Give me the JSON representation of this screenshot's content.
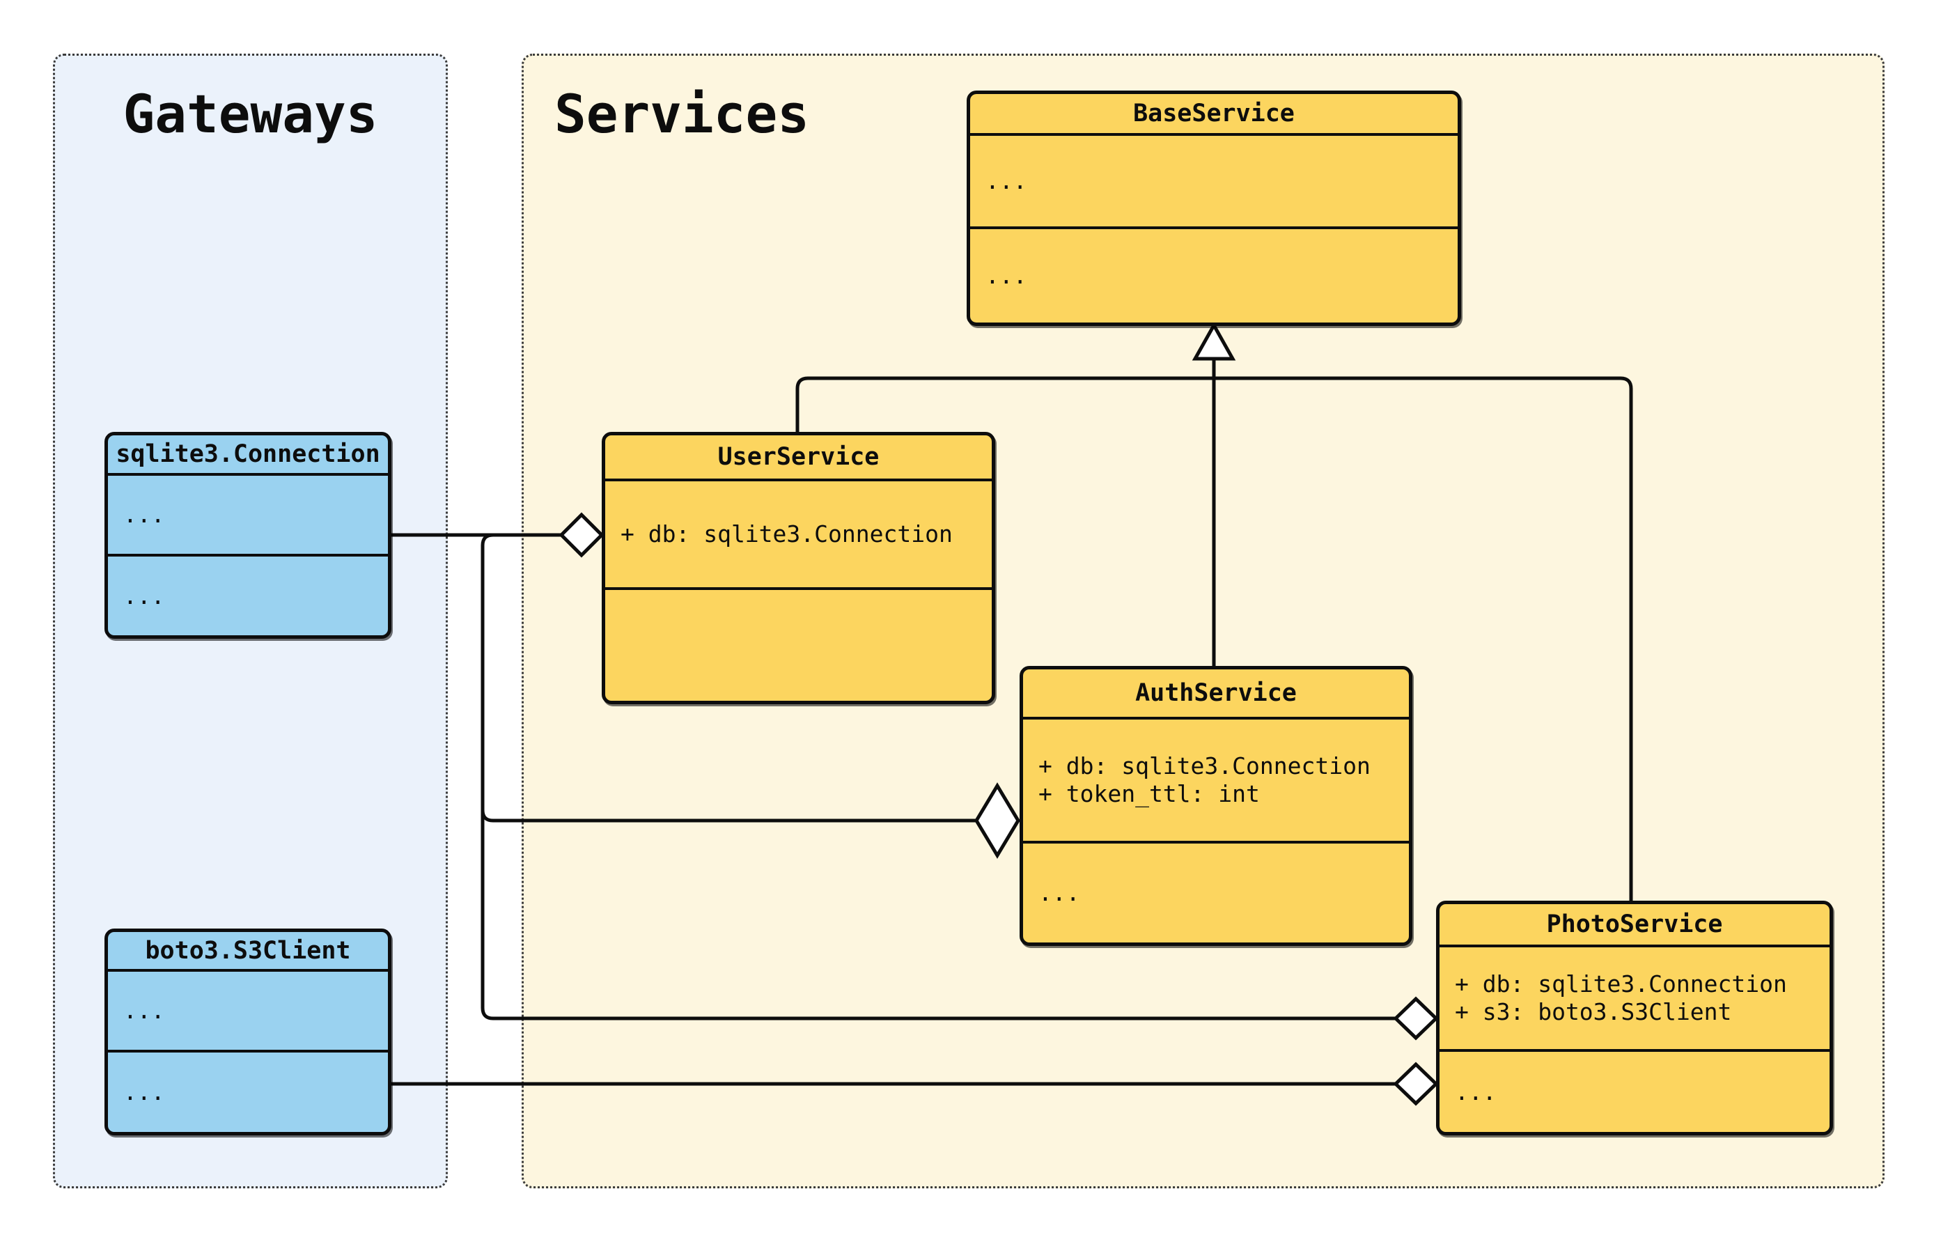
{
  "diagram": {
    "type": "uml-class-diagram",
    "groups": {
      "gateways": {
        "title": "Gateways"
      },
      "services": {
        "title": "Services"
      }
    },
    "classes": {
      "sqlite": {
        "name": "sqlite3.Connection",
        "attrs": [
          "..."
        ],
        "methods": [
          "..."
        ]
      },
      "boto": {
        "name": "boto3.S3Client",
        "attrs": [
          "..."
        ],
        "methods": [
          "..."
        ]
      },
      "base": {
        "name": "BaseService",
        "attrs": [
          "..."
        ],
        "methods": [
          "..."
        ]
      },
      "user": {
        "name": "UserService",
        "attrs": [
          "+ db: sqlite3.Connection"
        ],
        "methods": []
      },
      "auth": {
        "name": "AuthService",
        "attrs": [
          "+ db: sqlite3.Connection",
          "+ token_ttl: int"
        ],
        "methods": [
          "..."
        ]
      },
      "photo": {
        "name": "PhotoService",
        "attrs": [
          "+ db: sqlite3.Connection",
          "+ s3: boto3.S3Client"
        ],
        "methods": [
          "..."
        ]
      }
    },
    "relations": [
      {
        "from": "UserService",
        "to": "BaseService",
        "type": "inheritance"
      },
      {
        "from": "AuthService",
        "to": "BaseService",
        "type": "inheritance"
      },
      {
        "from": "PhotoService",
        "to": "BaseService",
        "type": "inheritance"
      },
      {
        "from": "sqlite3.Connection",
        "to": "UserService",
        "type": "aggregation"
      },
      {
        "from": "sqlite3.Connection",
        "to": "AuthService",
        "type": "aggregation"
      },
      {
        "from": "sqlite3.Connection",
        "to": "PhotoService",
        "type": "aggregation"
      },
      {
        "from": "boto3.S3Client",
        "to": "PhotoService",
        "type": "aggregation"
      }
    ],
    "colors": {
      "service_fill": "#FCD55F",
      "gateway_fill": "#9AD2F0",
      "gateways_panel_fill": "#EBF2FB",
      "services_panel_fill": "#FDF6DF",
      "line": "#0d0d0d",
      "background": "#ffffff"
    }
  }
}
